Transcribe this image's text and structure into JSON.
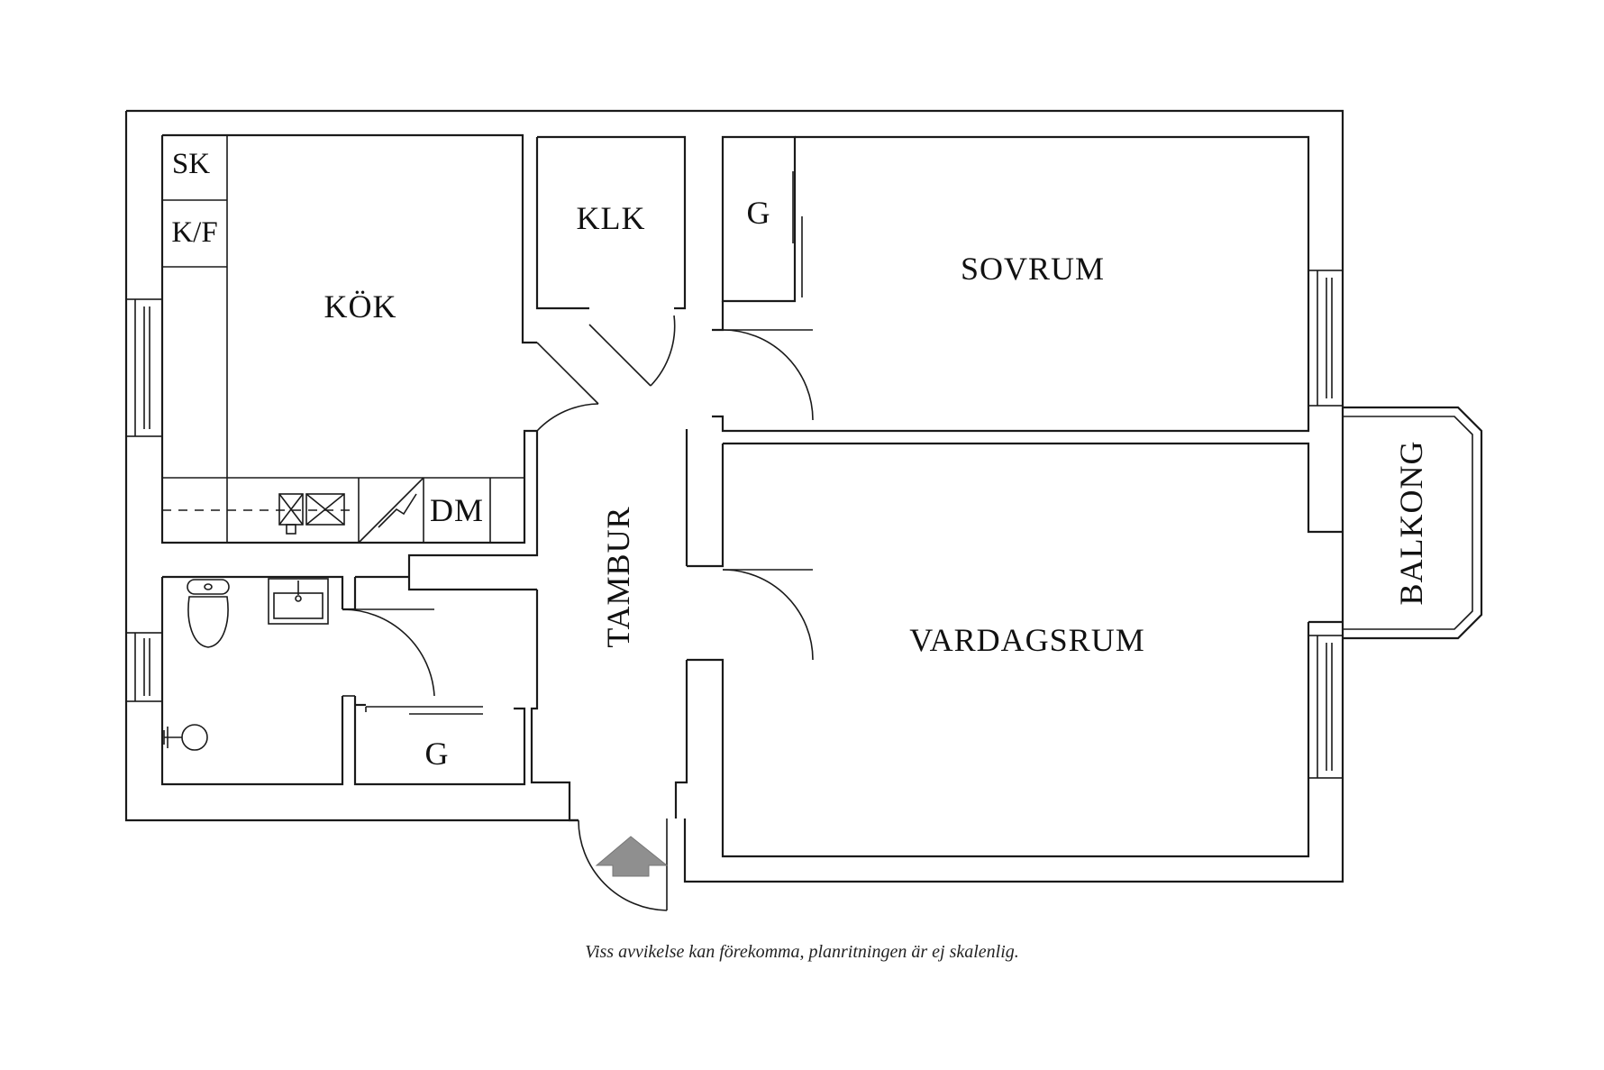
{
  "rooms": {
    "sk": "SK",
    "kf": "K/F",
    "kok": "KÖK",
    "klk": "KLK",
    "g_sovrum": "G",
    "sovrum": "SOVRUM",
    "dm": "DM",
    "tambur": "TAMBUR",
    "balkong": "BALKONG",
    "vardagsrum": "VARDAGSRUM",
    "g_hall": "G"
  },
  "disclaimer": "Viss avvikelse kan förekomma, planritningen är ej skalenlig.",
  "colors": {
    "wall": "#1a1a1a",
    "entrance_arrow": "#8f8f8f",
    "background": "#ffffff"
  }
}
